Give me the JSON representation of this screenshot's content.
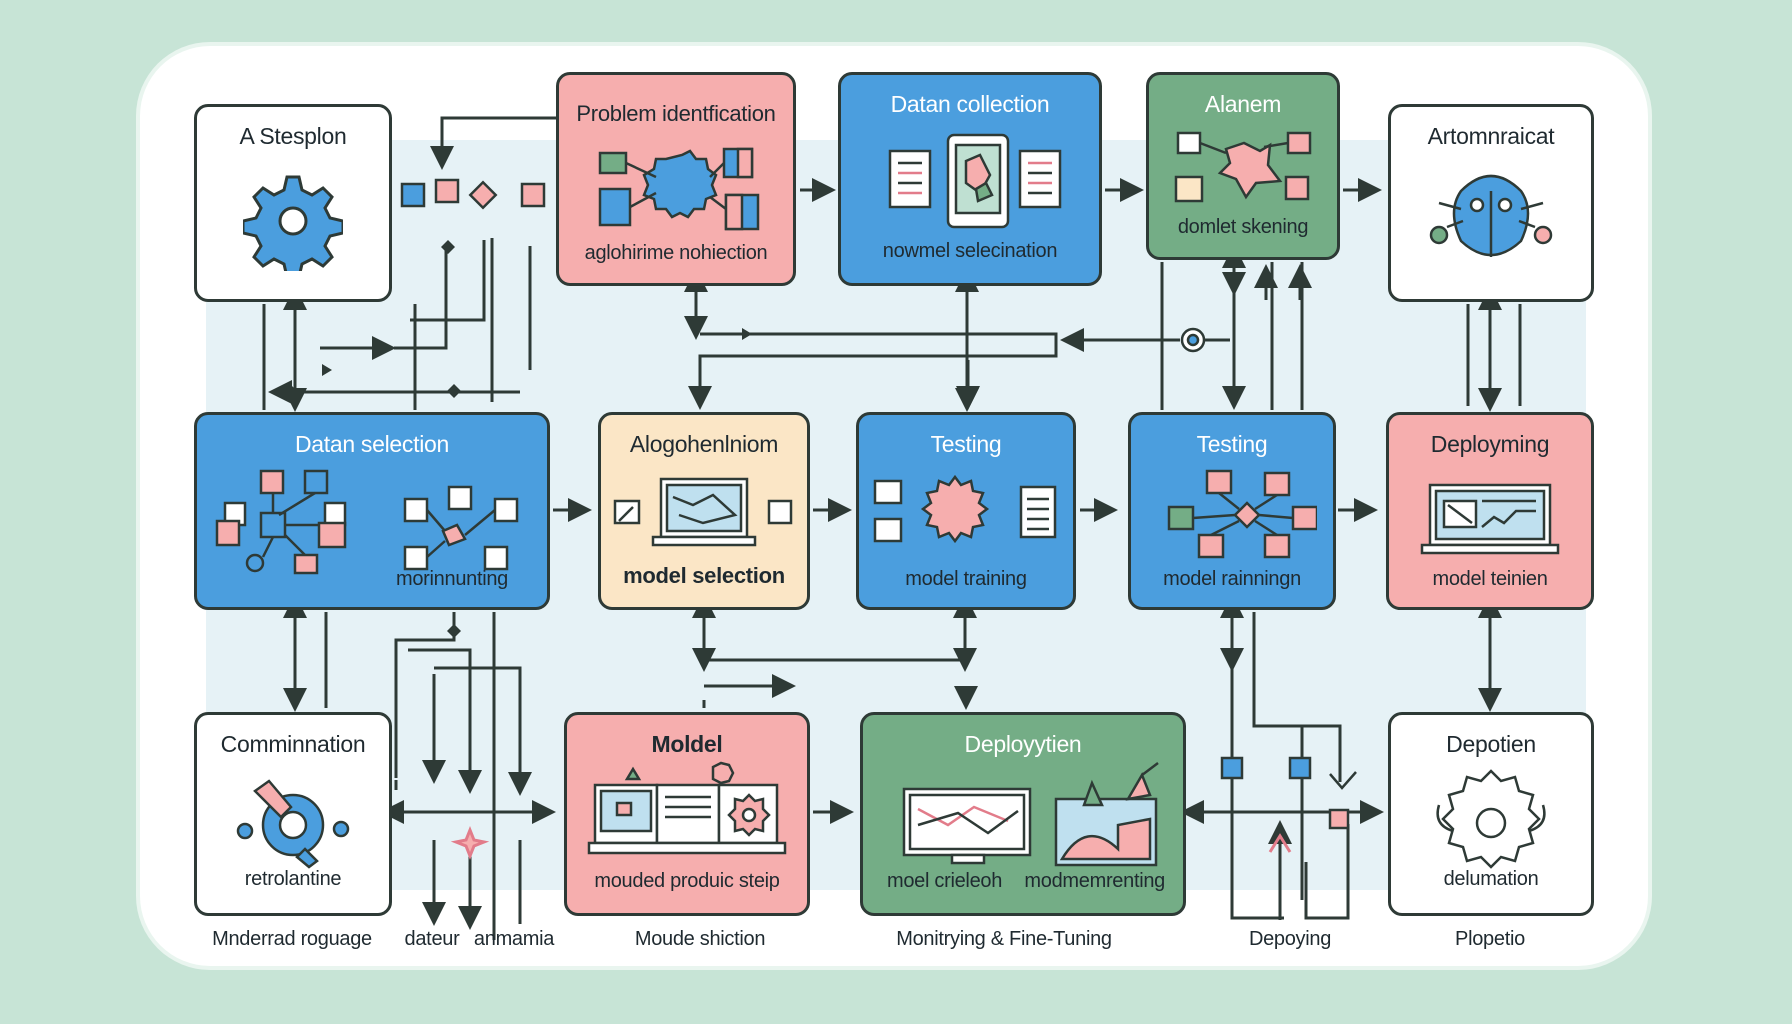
{
  "nodes": {
    "n1": {
      "title": "A Stesplon",
      "sub": ""
    },
    "n2": {
      "title": "Problem identfication",
      "sub": "aglohirime nohiection"
    },
    "n3": {
      "title": "Datan collection",
      "sub": "nowmel selecination"
    },
    "n4": {
      "title": "Alanem",
      "sub": "domlet skening"
    },
    "n5": {
      "title": "Artomnraicat",
      "sub": ""
    },
    "n6": {
      "title": "Datan selection",
      "sub": "morinnunting"
    },
    "n7": {
      "title": "Alogohenlniom",
      "sub": "model selection"
    },
    "n8": {
      "title": "Testing",
      "sub": "model training"
    },
    "n9": {
      "title": "Testing",
      "sub": "model rainningn"
    },
    "n10": {
      "title": "Deployming",
      "sub": "model teinien"
    },
    "n11": {
      "title": "Comminnation",
      "sub": "retrolantine"
    },
    "n12": {
      "title": "Moldel",
      "sub": "mouded produic steip"
    },
    "n13": {
      "title": "Deployytien",
      "sub_left": "moel crieleoh",
      "sub_right": "modmemrenting"
    },
    "n14": {
      "title": "Depotien",
      "sub": "delumation"
    }
  },
  "captions": {
    "c1": "Mnderrad roguage",
    "c2": "dateur",
    "c3": "anmamia",
    "c4": "Moude shiction",
    "c5": "Monitrying & Fine-Tuning",
    "c6": "Depoying",
    "c7": "Plopetio"
  },
  "colors": {
    "background": "#c7e4d6",
    "pink": "#f6aeae",
    "blue": "#4b9ede",
    "green": "#74ad86",
    "peach": "#fbe6c6",
    "line": "#2e3a36"
  }
}
